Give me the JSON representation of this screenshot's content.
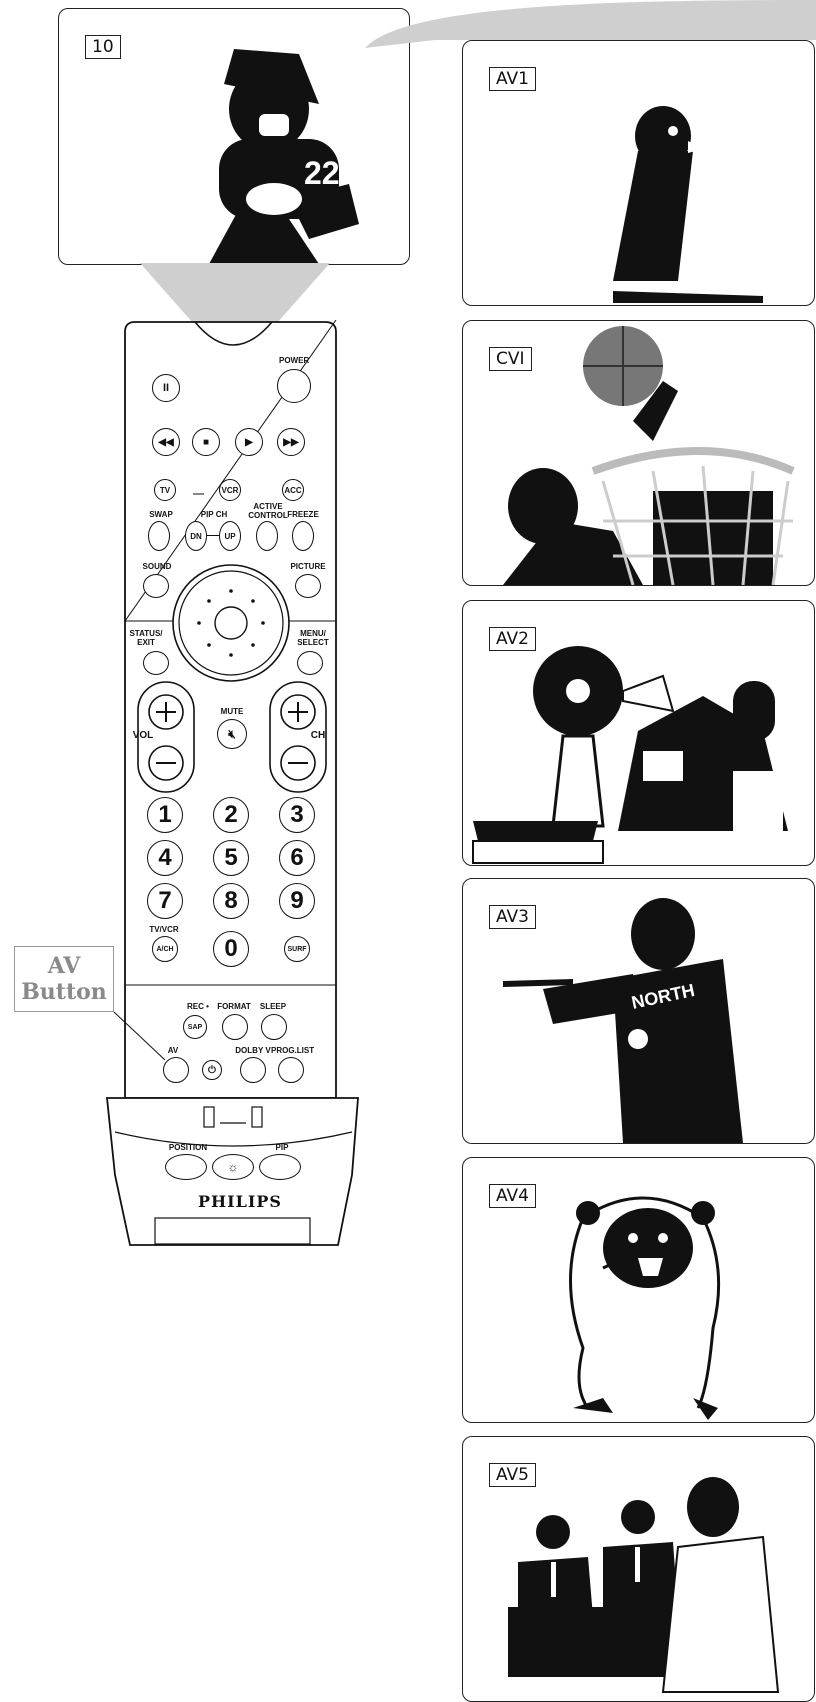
{
  "tv_screens": {
    "main_channel": "10",
    "sources": [
      {
        "label": "AV1",
        "icon": "eagle-icon"
      },
      {
        "label": "CVI",
        "icon": "basketball-player-icon"
      },
      {
        "label": "AV2",
        "icon": "farm-windmill-icon"
      },
      {
        "label": "AV3",
        "icon": "baseball-batter-icon"
      },
      {
        "label": "AV4",
        "icon": "bear-icon"
      },
      {
        "label": "AV5",
        "icon": "business-meeting-icon"
      }
    ]
  },
  "callout": {
    "line1": "AV",
    "line2": "Button"
  },
  "remote": {
    "brand": "PHILIPS",
    "labels": {
      "power": "POWER",
      "tv": "TV",
      "vcr": "VCR",
      "acc": "ACC",
      "swap": "SWAP",
      "pip_ch": "PIP CH",
      "dn": "DN",
      "up": "UP",
      "active_control": "ACTIVE CONTROL",
      "freeze": "FREEZE",
      "sound": "SOUND",
      "picture": "PICTURE",
      "status_exit": "STATUS/ EXIT",
      "menu_select": "MENU/ SELECT",
      "mute": "MUTE",
      "vol": "VOL",
      "ch": "CH",
      "tv_vcr": "TV/VCR",
      "a_ch": "A/CH",
      "surf": "SURF",
      "rec": "REC •",
      "sap": "SAP",
      "format": "FORMAT",
      "sleep": "SLEEP",
      "av": "AV",
      "dolby_v": "DOLBY V",
      "prog_list": "PROG.LIST",
      "position": "POSITION",
      "pip": "PIP"
    },
    "digits": [
      "1",
      "2",
      "3",
      "4",
      "5",
      "6",
      "7",
      "8",
      "9",
      "0"
    ]
  }
}
